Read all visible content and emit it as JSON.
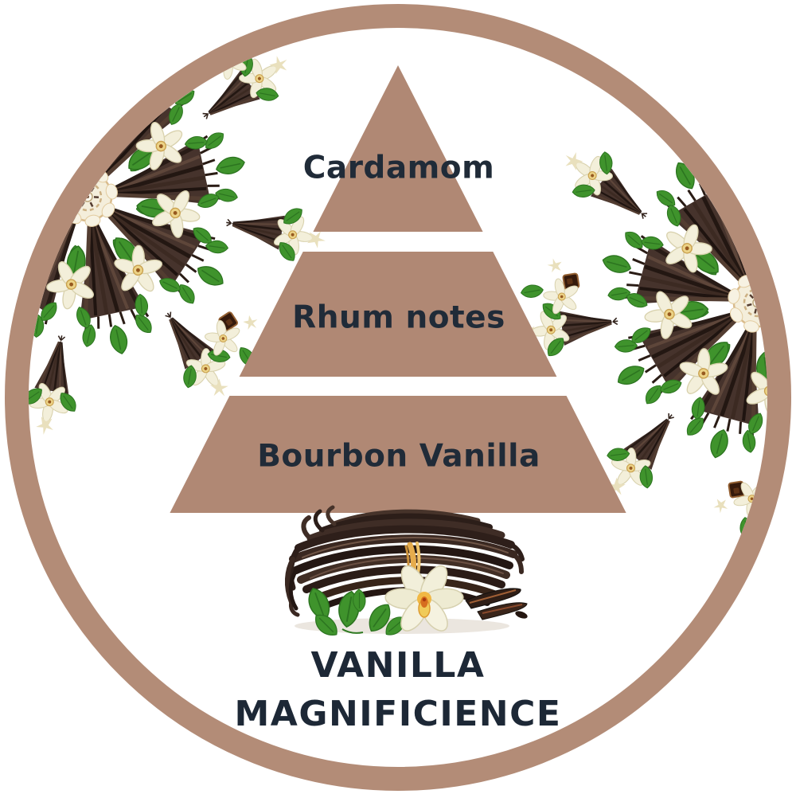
{
  "diagram": {
    "kind": "fragrance-note-pyramid",
    "levels": [
      {
        "position": "top",
        "label": "Cardamom"
      },
      {
        "position": "middle",
        "label": "Rhum notes"
      },
      {
        "position": "base",
        "label": "Bourbon Vanilla"
      }
    ],
    "title_line1": "VANILLA",
    "title_line2": "MAGNIFICIENCE"
  },
  "colors": {
    "ring_border": "#b38c77",
    "pyramid_fill": "#b08874",
    "text_dark": "#1f2936",
    "leaf_green": "#3f932c",
    "bean_brown": "#32221d",
    "flower_cream": "#f3efda",
    "tie_gold": "#e6ac4d"
  },
  "decorations": {
    "left": "vanilla-kaleidoscope",
    "right": "vanilla-kaleidoscope",
    "photo": "vanilla-bean-bundle-with-flower-and-mint"
  }
}
